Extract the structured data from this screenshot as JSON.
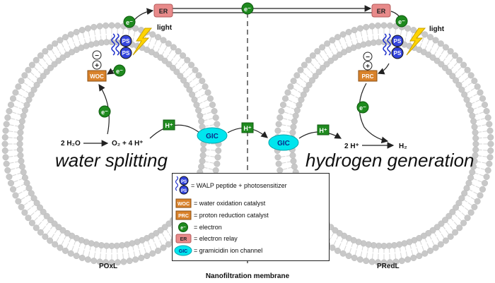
{
  "electron": "e⁻",
  "proton": "H⁺",
  "er": "ER",
  "ps": "PS",
  "woc": "WOC",
  "prc": "PRC",
  "gic": "GIC",
  "light": "light",
  "minus": "−",
  "plus": "+",
  "left_reaction": {
    "reactant": "2 H₂O",
    "products": "O₂ + 4 H⁺"
  },
  "right_reaction": {
    "reactant": "2 H⁺",
    "product": "H₂"
  },
  "left_title": "water splitting",
  "right_title": "hydrogen generation",
  "left_label": "POxL",
  "right_label": "PRedL",
  "membrane_label": "Nanofiltration membrane",
  "legend": {
    "row1": "= WALP  peptide   + photosensitizer",
    "row2": "= water   oxidation   catalyst",
    "row3": "= proton   reduction   catalyst",
    "row4": "= electron",
    "row5": "= electron   relay",
    "row6": "= gramicidin   ion channel"
  },
  "colors": {
    "electron": "#1f8a1f",
    "er": "#e88a8a",
    "catalyst": "#d9822b",
    "gic": "#00e5ee",
    "ps": "#2233cc",
    "lipid": "#c8c8c8",
    "bolt": "#ffd400"
  }
}
